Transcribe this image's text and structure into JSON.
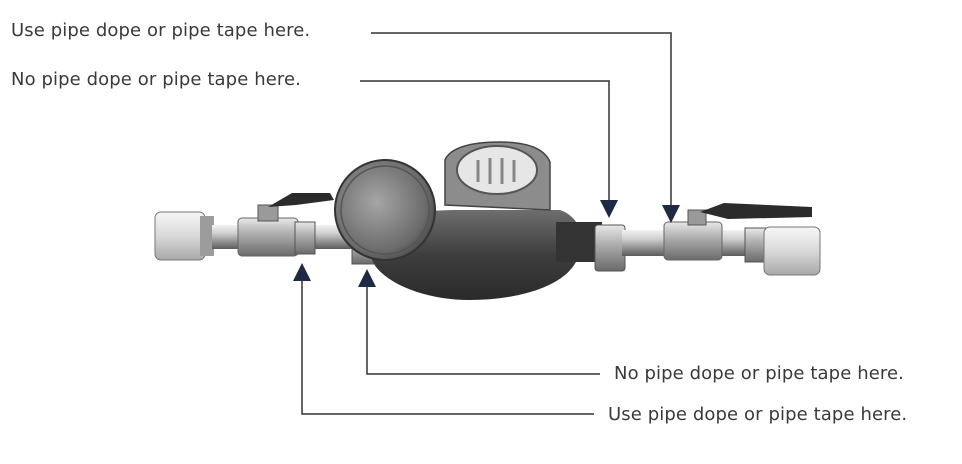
{
  "labels": {
    "top_1": "Use pipe dope or pipe tape here.",
    "top_2": "No pipe dope or pipe tape here.",
    "bottom_1": "No pipe dope or pipe tape here.",
    "bottom_2": "Use pipe dope or pipe tape here."
  },
  "colors": {
    "leader_line": "#333333",
    "arrow_head": "#1f2a44",
    "text": "#3a3a3a"
  }
}
